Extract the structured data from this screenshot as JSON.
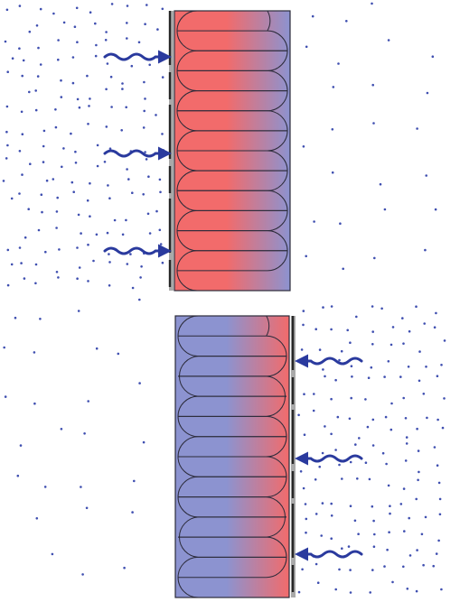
{
  "colors": {
    "background": "#ffffff",
    "warm": "#f26b6b",
    "cool": "#8c93d0",
    "outline": "#2b2b3a",
    "dot": "#3f4fb0",
    "arrow": "#2a3a9e",
    "membrane": "#262626",
    "membrane_edge": "#a9a9a9"
  },
  "panels": [
    {
      "id": "top",
      "warm_side": "left",
      "membrane_side": "left",
      "arrow_direction": "right",
      "dense_side": "left",
      "arrow_count": 3,
      "loop_count": 7
    },
    {
      "id": "bottom",
      "warm_side": "right",
      "membrane_side": "right",
      "arrow_direction": "left",
      "dense_side": "right",
      "arrow_count": 3,
      "loop_count": 7
    }
  ],
  "icons": {
    "moisture_arrow": "wavy-arrow-icon",
    "vapour_dot": "vapour-dot-icon"
  }
}
